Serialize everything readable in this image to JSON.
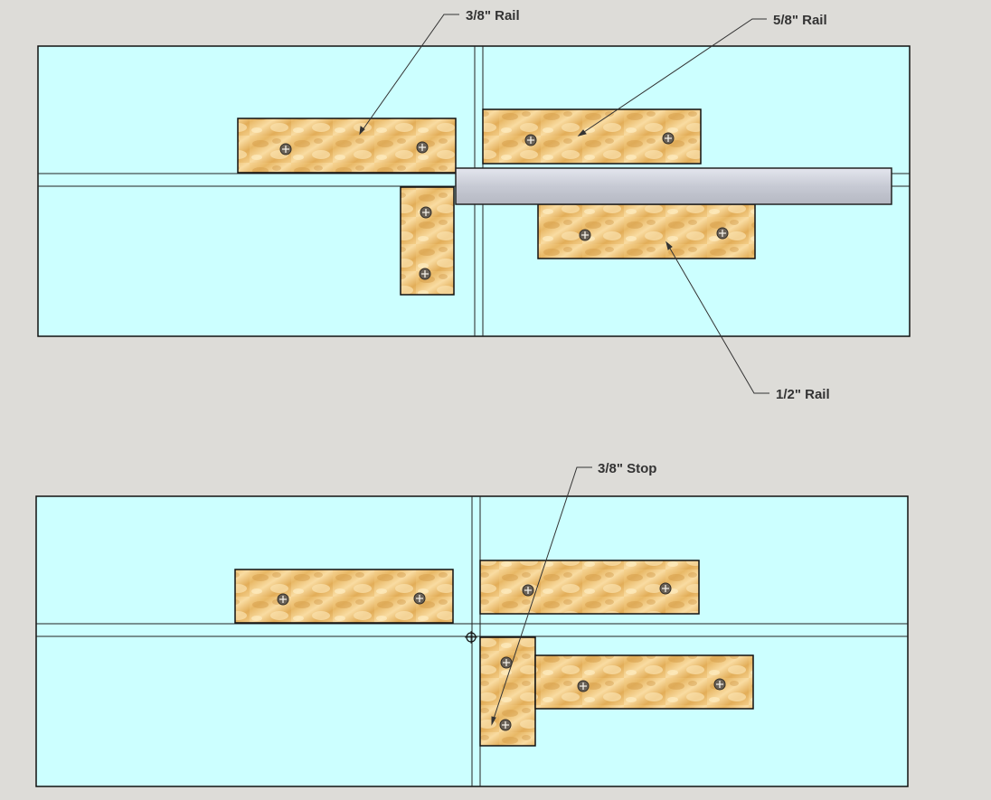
{
  "colors": {
    "background": "#dddcd8",
    "table_top": "#ccffff",
    "outline": "#111111",
    "wood_light": "#f6d08c",
    "wood_dark": "#d9a24e",
    "steel": "#c9ccd6",
    "screw": "#6a6258"
  },
  "annotations": {
    "rail_3_8": "3/8\" Rail",
    "rail_5_8": "5/8\" Rail",
    "rail_1_2": "1/2\" Rail",
    "stop_3_8": "3/8\" Stop"
  },
  "icons": {
    "screw": "phillips-screw-icon",
    "pivot": "crosshair-circle-icon"
  }
}
